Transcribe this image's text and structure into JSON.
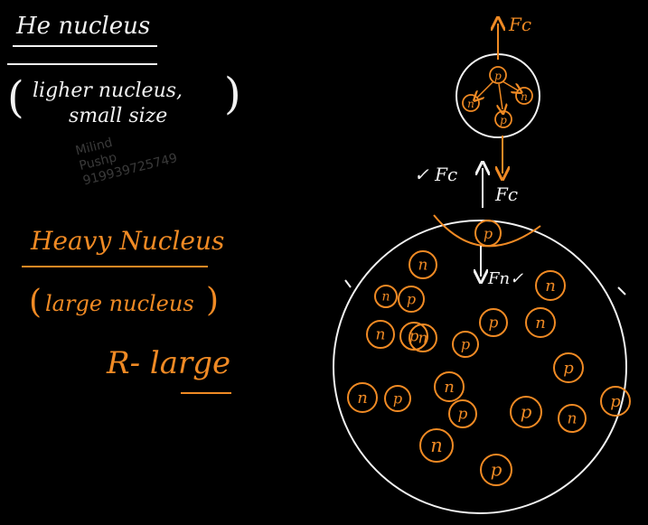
{
  "left_notes": {
    "title": "He nucleus",
    "bracket_line1": "ligher nucleus,",
    "bracket_line2": "small size",
    "heavy_title": "Heavy Nucleus",
    "heavy_sub": "large nucleus",
    "radius_note": "R- large"
  },
  "watermark": {
    "line1": "Milind",
    "line2": "Pushp",
    "line3": "919939725749"
  },
  "small_nucleus": {
    "force_up_label": "Fc",
    "force_down_label": "Fc",
    "nucleons": [
      "p",
      "n",
      "n",
      "p"
    ]
  },
  "big_nucleus": {
    "force_up_label": "✓ Fc",
    "force_down_label": "Fc",
    "nuclear_force_label": "Fn✓",
    "nucleons": [
      {
        "t": "p"
      },
      {
        "t": "n"
      },
      {
        "t": "n"
      },
      {
        "t": "p"
      },
      {
        "t": "n"
      },
      {
        "t": "p"
      },
      {
        "t": "n"
      },
      {
        "t": "p"
      },
      {
        "t": "n"
      },
      {
        "t": "n"
      },
      {
        "t": "p"
      },
      {
        "t": "p"
      },
      {
        "t": "n"
      },
      {
        "t": "n"
      },
      {
        "t": "p"
      },
      {
        "t": "p"
      },
      {
        "t": "n"
      },
      {
        "t": "p"
      },
      {
        "t": "n"
      },
      {
        "t": "p"
      }
    ]
  },
  "colors": {
    "ink_white": "#f2f2f2",
    "ink_orange": "#f08a24",
    "background": "#000000"
  }
}
